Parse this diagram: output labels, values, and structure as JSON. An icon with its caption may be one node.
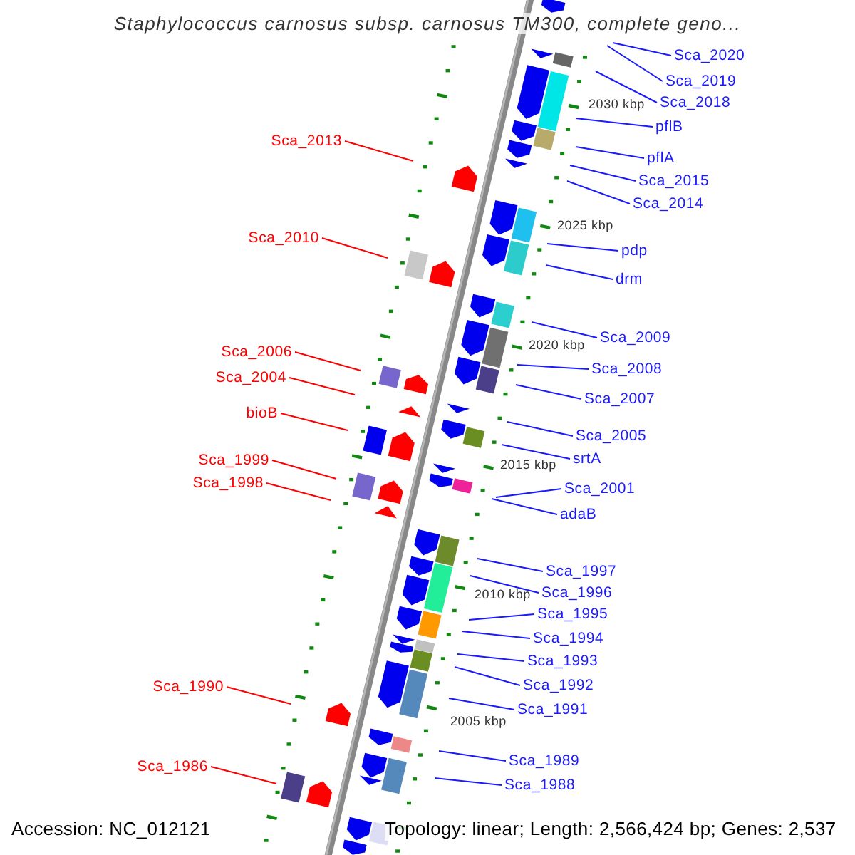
{
  "diagram": {
    "title": "Staphylococcus carnosus subsp. carnosus TM300, complete geno...",
    "nodes": [
      {
        "text": [
          "Sca_2020"
        ]
      },
      {
        "text": [
          "Sca_2019"
        ]
      },
      {
        "text": [
          "Sca_2018"
        ]
      },
      {
        "text": [
          "pflB"
        ]
      },
      {
        "text": [
          "pflA"
        ]
      },
      {
        "text": [
          "Sca_2015"
        ]
      },
      {
        "text": [
          "Sca_2014"
        ]
      },
      {
        "text": [
          "pdp"
        ]
      },
      {
        "text": [
          "drm"
        ]
      },
      {
        "text": [
          "Sca_2009"
        ]
      },
      {
        "text": [
          "Sca_2008"
        ]
      },
      {
        "text": [
          "Sca_2007"
        ]
      },
      {
        "text": [
          "Sca_2005"
        ]
      },
      {
        "text": [
          "srtA"
        ]
      },
      {
        "text": [
          "Sca_2001"
        ]
      },
      {
        "text": [
          "adaB"
        ]
      },
      {
        "text": [
          "Sca_1997"
        ]
      },
      {
        "text": [
          "Sca_1996"
        ]
      },
      {
        "text": [
          "Sca_1995"
        ]
      },
      {
        "text": [
          "Sca_1994"
        ]
      },
      {
        "text": [
          "Sca_1993"
        ]
      },
      {
        "text": [
          "Sca_1992"
        ]
      },
      {
        "text": [
          "Sca_1991"
        ]
      },
      {
        "text": [
          "Sca_1989"
        ]
      },
      {
        "text": [
          "Sca_1988"
        ]
      },
      {
        "text": [
          "Sca_2013"
        ]
      },
      {
        "text": [
          "Sca_2010"
        ]
      },
      {
        "text": [
          "Sca_2006"
        ]
      },
      {
        "text": [
          "Sca_2004"
        ]
      },
      {
        "text": [
          "bioB"
        ]
      },
      {
        "text": [
          "Sca_1999"
        ]
      },
      {
        "text": [
          "Sca_1998"
        ]
      },
      {
        "text": [
          "Sca_1990"
        ]
      },
      {
        "text": [
          "Sca_1986"
        ]
      }
    ],
    "edges": [
      {
        "from": 0,
        "to": null,
        "arrow": "none"
      },
      {
        "from": 1,
        "to": null,
        "arrow": "none"
      },
      {
        "from": 2,
        "to": null,
        "arrow": "none"
      },
      {
        "from": 3,
        "to": null,
        "arrow": "none"
      },
      {
        "from": 4,
        "to": null,
        "arrow": "none"
      },
      {
        "from": 5,
        "to": null,
        "arrow": "none"
      },
      {
        "from": 6,
        "to": null,
        "arrow": "none"
      },
      {
        "from": 7,
        "to": null,
        "arrow": "none"
      },
      {
        "from": 8,
        "to": null,
        "arrow": "none"
      },
      {
        "from": 9,
        "to": null,
        "arrow": "none"
      },
      {
        "from": 10,
        "to": null,
        "arrow": "none"
      },
      {
        "from": 11,
        "to": null,
        "arrow": "none"
      },
      {
        "from": 12,
        "to": null,
        "arrow": "none"
      },
      {
        "from": 13,
        "to": null,
        "arrow": "none"
      },
      {
        "from": 14,
        "to": null,
        "arrow": "none"
      },
      {
        "from": 15,
        "to": null,
        "arrow": "none"
      },
      {
        "from": 16,
        "to": null,
        "arrow": "none"
      },
      {
        "from": 17,
        "to": null,
        "arrow": "none"
      },
      {
        "from": 18,
        "to": null,
        "arrow": "none"
      },
      {
        "from": 19,
        "to": null,
        "arrow": "none"
      },
      {
        "from": 20,
        "to": null,
        "arrow": "none"
      },
      {
        "from": 21,
        "to": null,
        "arrow": "none"
      },
      {
        "from": 22,
        "to": null,
        "arrow": "none"
      },
      {
        "from": 23,
        "to": null,
        "arrow": "none"
      },
      {
        "from": 24,
        "to": null,
        "arrow": "none"
      },
      {
        "from": 25,
        "to": null,
        "arrow": "none",
        "color": "#ff0000"
      },
      {
        "from": 26,
        "to": null,
        "arrow": "none",
        "color": "#ff0000"
      },
      {
        "from": 27,
        "to": null,
        "arrow": "none",
        "color": "#ff0000"
      },
      {
        "from": 28,
        "to": null,
        "arrow": "none",
        "color": "#ff0000"
      },
      {
        "from": 29,
        "to": null,
        "arrow": "none",
        "color": "#ff0000"
      },
      {
        "from": 30,
        "to": null,
        "arrow": "none",
        "color": "#ff0000"
      },
      {
        "from": 31,
        "to": null,
        "arrow": "none",
        "color": "#ff0000"
      },
      {
        "from": 32,
        "to": null,
        "arrow": "none",
        "color": "#ff0000"
      },
      {
        "from": 33,
        "to": null,
        "arrow": "none",
        "color": "#ff0000"
      }
    ],
    "labels": [
      "2030 kbp",
      "2025 kbp",
      "2020 kbp",
      "2015 kbp",
      "2010 kbp",
      "2005 kbp",
      "Accession: NC_012121",
      "Topology: linear; Length: 2,566,424 bp; Genes: 2,537"
    ]
  }
}
